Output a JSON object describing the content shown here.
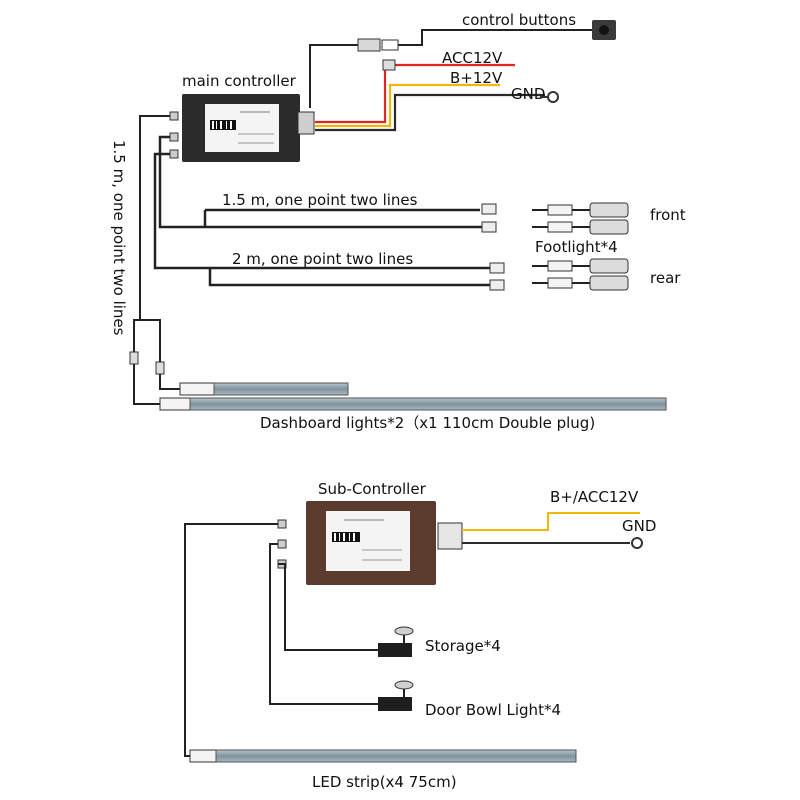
{
  "labels": {
    "control_buttons": "control buttons",
    "acc12v": "ACC12V",
    "b12v": "B+12V",
    "gnd_top": "GND",
    "main_controller": "main controller",
    "vertical_cable": "1.5 m, one point two lines",
    "front_cable": "1.5 m, one point two lines",
    "rear_cable": "2 m, one point two lines",
    "front": "front",
    "rear": "rear",
    "footlight": "Footlight*4",
    "dashboard": "Dashboard lights*2（x1 110cm Double plug)",
    "sub_controller": "Sub-Controller",
    "b_acc12v": "B+/ACC12V",
    "gnd_bottom": "GND",
    "storage": "Storage*4",
    "door_bowl": "Door Bowl Light*4",
    "led_strip": "LED strip(x4 75cm)"
  },
  "colors": {
    "acc12v_wire": "#e0261d",
    "b12v_wire": "#f2b705",
    "gnd_wire": "#2a2a2a",
    "main_box": "#2b2b2b",
    "sub_box": "#5a3b2e",
    "strip_fill": "#8fa3ad"
  }
}
